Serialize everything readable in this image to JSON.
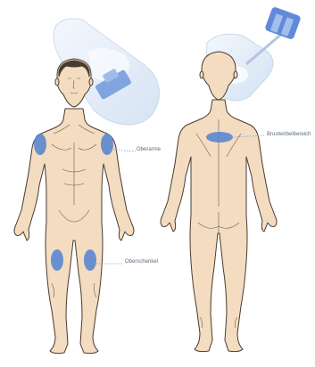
{
  "labels": {
    "upper_arm": "Oberarme",
    "thoracic_spine": "Brustwirbelbereich",
    "thigh": "Oberschenkel"
  },
  "colors": {
    "skin": "#f3dcc0",
    "outline": "#4a3b30",
    "site": "#5b86cf",
    "device": "#cfe0f5",
    "device_accent": "#4f7fd6",
    "leader": "#7aa3d8"
  }
}
